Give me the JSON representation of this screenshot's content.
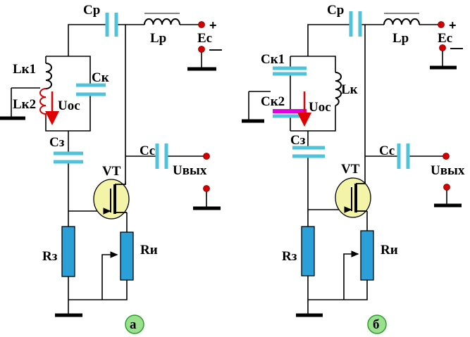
{
  "colors": {
    "capacitor": "#4fc3d9",
    "resistor": "#2a9fd8",
    "transistor_body": "#f4f4a8",
    "feedback_arrow": "#e00000",
    "tap_capacitor_highlight": "#e000e0",
    "terminal": "#d40000"
  },
  "symbols": {
    "plus": "+",
    "minus": "—"
  },
  "circuit_a": {
    "caption": "а",
    "labels": {
      "cp": "Cр",
      "lp": "Lр",
      "ec": "Eс",
      "lk1": "Lк1",
      "lk2": "Lк2",
      "ck": "Cк",
      "uoc": "Uос",
      "cz": "Cз",
      "vt": "VT",
      "cc": "Cс",
      "uout": "Uвых",
      "rz": "Rз",
      "ri": "Rи"
    }
  },
  "circuit_b": {
    "caption": "б",
    "labels": {
      "cp": "Cр",
      "lp": "Lр",
      "ec": "Eс",
      "ck1": "Cк1",
      "ck2": "Cк2",
      "lk": "Lк",
      "uoc": "Uос",
      "cz": "Cз",
      "vt": "VT",
      "cc": "Cс",
      "uout": "Uвых",
      "rz": "Rз",
      "ri": "Rи"
    }
  }
}
